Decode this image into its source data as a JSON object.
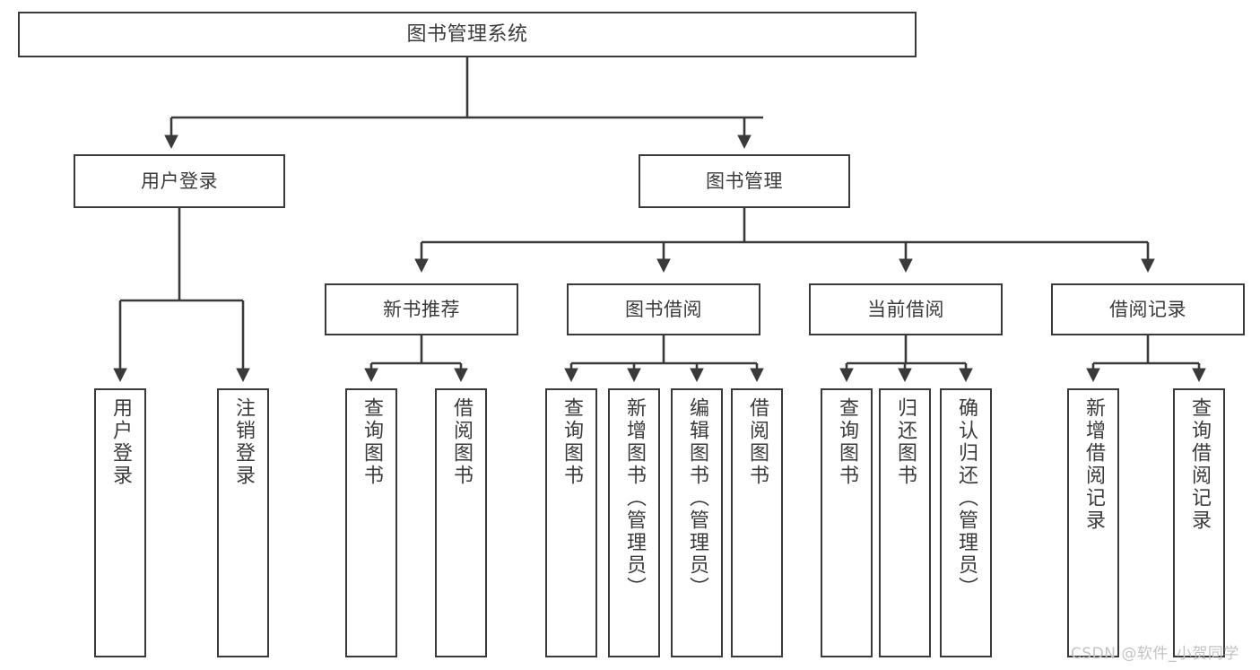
{
  "diagram": {
    "title": "图书管理系统",
    "type": "hierarchy-tree",
    "style": {
      "box_fill": "#ffffff",
      "box_stroke": "#3a3a3a",
      "text_color": "#3b3b3b",
      "connector_color": "#3a3a3a",
      "background": "#ffffff"
    },
    "nodes": {
      "root": {
        "label": "图书管理系统",
        "orientation": "horizontal"
      },
      "user_login": {
        "label": "用户登录",
        "orientation": "horizontal"
      },
      "book_manage": {
        "label": "图书管理",
        "orientation": "horizontal"
      },
      "new_book_rec": {
        "label": "新书推荐",
        "orientation": "horizontal"
      },
      "book_borrow": {
        "label": "图书借阅",
        "orientation": "horizontal"
      },
      "current_borrow": {
        "label": "当前借阅",
        "orientation": "horizontal"
      },
      "borrow_record": {
        "label": "借阅记录",
        "orientation": "horizontal"
      },
      "leaf_user_login": {
        "label": "用户登录",
        "orientation": "vertical"
      },
      "leaf_logout": {
        "label": "注销登录",
        "orientation": "vertical"
      },
      "leaf_query_book_1": {
        "label": "查询图书",
        "orientation": "vertical"
      },
      "leaf_borrow_book_1": {
        "label": "借阅图书",
        "orientation": "vertical"
      },
      "leaf_query_book_2": {
        "label": "查询图书",
        "orientation": "vertical"
      },
      "leaf_add_book": {
        "label": "新增图书（管理员）",
        "orientation": "vertical"
      },
      "leaf_edit_book": {
        "label": "编辑图书（管理员）",
        "orientation": "vertical"
      },
      "leaf_borrow_book_2": {
        "label": "借阅图书",
        "orientation": "vertical"
      },
      "leaf_query_book_3": {
        "label": "查询图书",
        "orientation": "vertical"
      },
      "leaf_return_book": {
        "label": "归还图书",
        "orientation": "vertical"
      },
      "leaf_confirm_return": {
        "label": "确认归还（管理员）",
        "orientation": "vertical"
      },
      "leaf_add_record": {
        "label": "新增借阅记录",
        "orientation": "vertical"
      },
      "leaf_query_record": {
        "label": "查询借阅记录",
        "orientation": "vertical"
      }
    },
    "edges": [
      {
        "from": "root",
        "to": "user_login"
      },
      {
        "from": "root",
        "to": "book_manage"
      },
      {
        "from": "user_login",
        "to": "leaf_user_login"
      },
      {
        "from": "user_login",
        "to": "leaf_logout"
      },
      {
        "from": "book_manage",
        "to": "new_book_rec"
      },
      {
        "from": "book_manage",
        "to": "book_borrow"
      },
      {
        "from": "book_manage",
        "to": "current_borrow"
      },
      {
        "from": "book_manage",
        "to": "borrow_record"
      },
      {
        "from": "new_book_rec",
        "to": "leaf_query_book_1"
      },
      {
        "from": "new_book_rec",
        "to": "leaf_borrow_book_1"
      },
      {
        "from": "book_borrow",
        "to": "leaf_query_book_2"
      },
      {
        "from": "book_borrow",
        "to": "leaf_add_book"
      },
      {
        "from": "book_borrow",
        "to": "leaf_edit_book"
      },
      {
        "from": "book_borrow",
        "to": "leaf_borrow_book_2"
      },
      {
        "from": "current_borrow",
        "to": "leaf_query_book_3"
      },
      {
        "from": "current_borrow",
        "to": "leaf_return_book"
      },
      {
        "from": "current_borrow",
        "to": "leaf_confirm_return"
      },
      {
        "from": "borrow_record",
        "to": "leaf_add_record"
      },
      {
        "from": "borrow_record",
        "to": "leaf_query_record"
      }
    ]
  },
  "watermark": {
    "text": "CSDN @软件_小贺同学",
    "color": "#c3c3c3"
  }
}
